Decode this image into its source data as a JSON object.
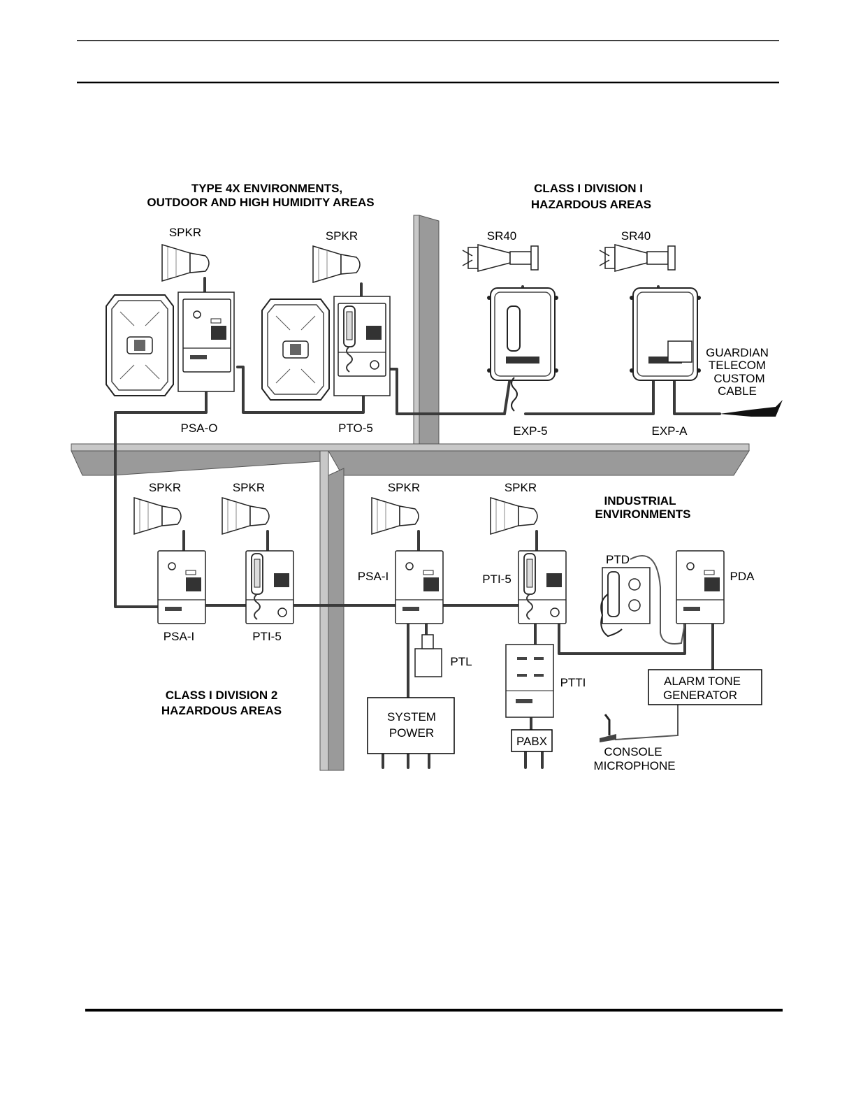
{
  "zones": {
    "type4x": "TYPE 4X ENVIRONMENTS,",
    "type4x_line2": "OUTDOOR AND HIGH HUMIDITY AREAS",
    "class1div1": "CLASS I DIVISION I",
    "class1div1_line2": "HAZARDOUS AREAS",
    "class1div2": "CLASS I DIVISION 2",
    "class1div2_line2": "HAZARDOUS AREAS",
    "industrial": "INDUSTRIAL",
    "industrial_line2": "ENVIRONMENTS"
  },
  "labels": {
    "spkr": "SPKR",
    "sr40": "SR40",
    "psa_o": "PSA-O",
    "pto_5": "PTO-5",
    "exp_5": "EXP-5",
    "exp_a": "EXP-A",
    "guardian_1": "GUARDIAN",
    "guardian_2": "TELECOM",
    "guardian_3": "CUSTOM",
    "guardian_4": "CABLE",
    "psa_i": "PSA-I",
    "pti_5": "PTI-5",
    "ptd": "PTD",
    "pda": "PDA",
    "ptl": "PTL",
    "ptti": "PTTI",
    "pabx": "PABX",
    "system_power_1": "SYSTEM",
    "system_power_2": "POWER",
    "alarm_1": "ALARM TONE",
    "alarm_2": "GENERATOR",
    "console_1": "CONSOLE",
    "console_2": "MICROPHONE"
  },
  "colors": {
    "wall": "#9a9a9a",
    "cable": "#3a3a3a"
  }
}
